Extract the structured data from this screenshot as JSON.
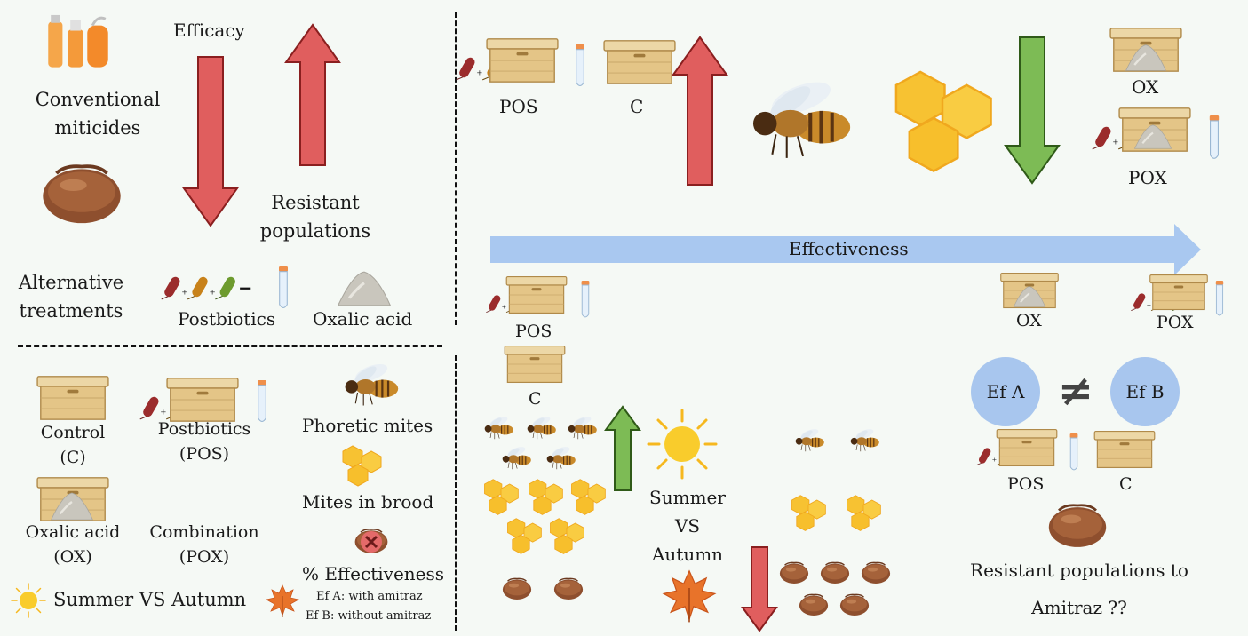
{
  "top_left": {
    "efficacy": "Efficacy",
    "conventional": "Conventional\nmiticides",
    "resistant": "Resistant\npopulations",
    "alternative": "Alternative\ntreatments",
    "postbiotics": "Postbiotics",
    "oxalic": "Oxalic acid"
  },
  "bottom_left": {
    "control": "Control",
    "control_abbr": "(C)",
    "postbiotics": "Postbiotics",
    "postbiotics_abbr": "(POS)",
    "oxalic": "Oxalic acid",
    "oxalic_abbr": "(OX)",
    "combination": "Combination",
    "combination_abbr": "(POX)",
    "phoretic": "Phoretic mites",
    "brood": "Mites in brood",
    "effectiveness": "% Effectiveness",
    "ef_a": "Ef A: with amitraz",
    "ef_b": "Ef B: without amitraz",
    "season": "Summer VS Autumn"
  },
  "top_right": {
    "pos": "POS",
    "c": "C",
    "ox": "OX",
    "pox": "POX",
    "effectiveness": "Effectiveness",
    "ox2": "OX",
    "pox2": "POX"
  },
  "bottom_right": {
    "pos": "POS",
    "c": "C",
    "season": "Summer\nVS\nAutumn",
    "ef_a": "Ef A",
    "ef_b": "Ef B",
    "neq": "≠",
    "pos2": "POS",
    "c2": "C",
    "resistant_line1": "Resistant populations to",
    "resistant_line2": "Amitraz ??"
  },
  "colors": {
    "red_arrow": "#e05e5e",
    "green_arrow": "#7dbb55",
    "blue_arrow": "#a9c8f0",
    "box": "#e9cf98",
    "mite": "#8e4f2e",
    "honey": "#f7c232",
    "circle": "#a8c6ee"
  }
}
